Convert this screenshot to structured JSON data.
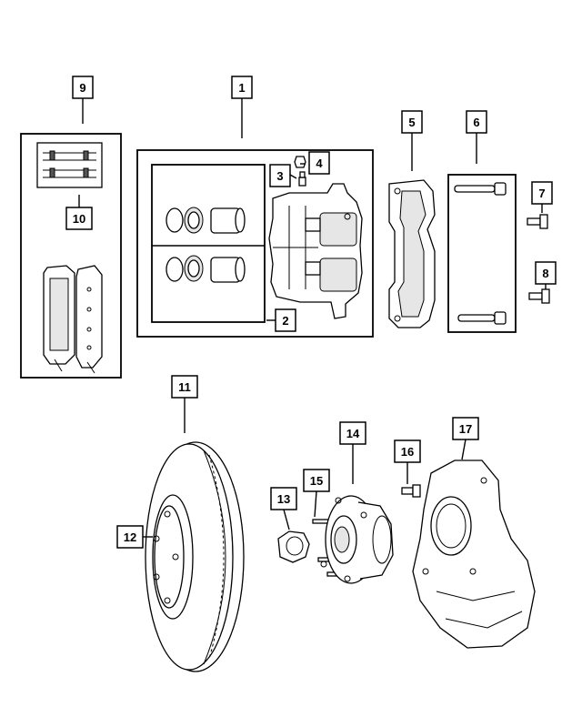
{
  "callouts": [
    {
      "id": "9",
      "label": "9"
    },
    {
      "id": "1",
      "label": "1"
    },
    {
      "id": "5",
      "label": "5"
    },
    {
      "id": "6",
      "label": "6"
    },
    {
      "id": "4",
      "label": "4"
    },
    {
      "id": "3",
      "label": "3"
    },
    {
      "id": "7",
      "label": "7"
    },
    {
      "id": "10",
      "label": "10"
    },
    {
      "id": "8",
      "label": "8"
    },
    {
      "id": "2",
      "label": "2"
    },
    {
      "id": "11",
      "label": "11"
    },
    {
      "id": "14",
      "label": "14"
    },
    {
      "id": "17",
      "label": "17"
    },
    {
      "id": "16",
      "label": "16"
    },
    {
      "id": "15",
      "label": "15"
    },
    {
      "id": "13",
      "label": "13"
    },
    {
      "id": "12",
      "label": "12"
    }
  ]
}
